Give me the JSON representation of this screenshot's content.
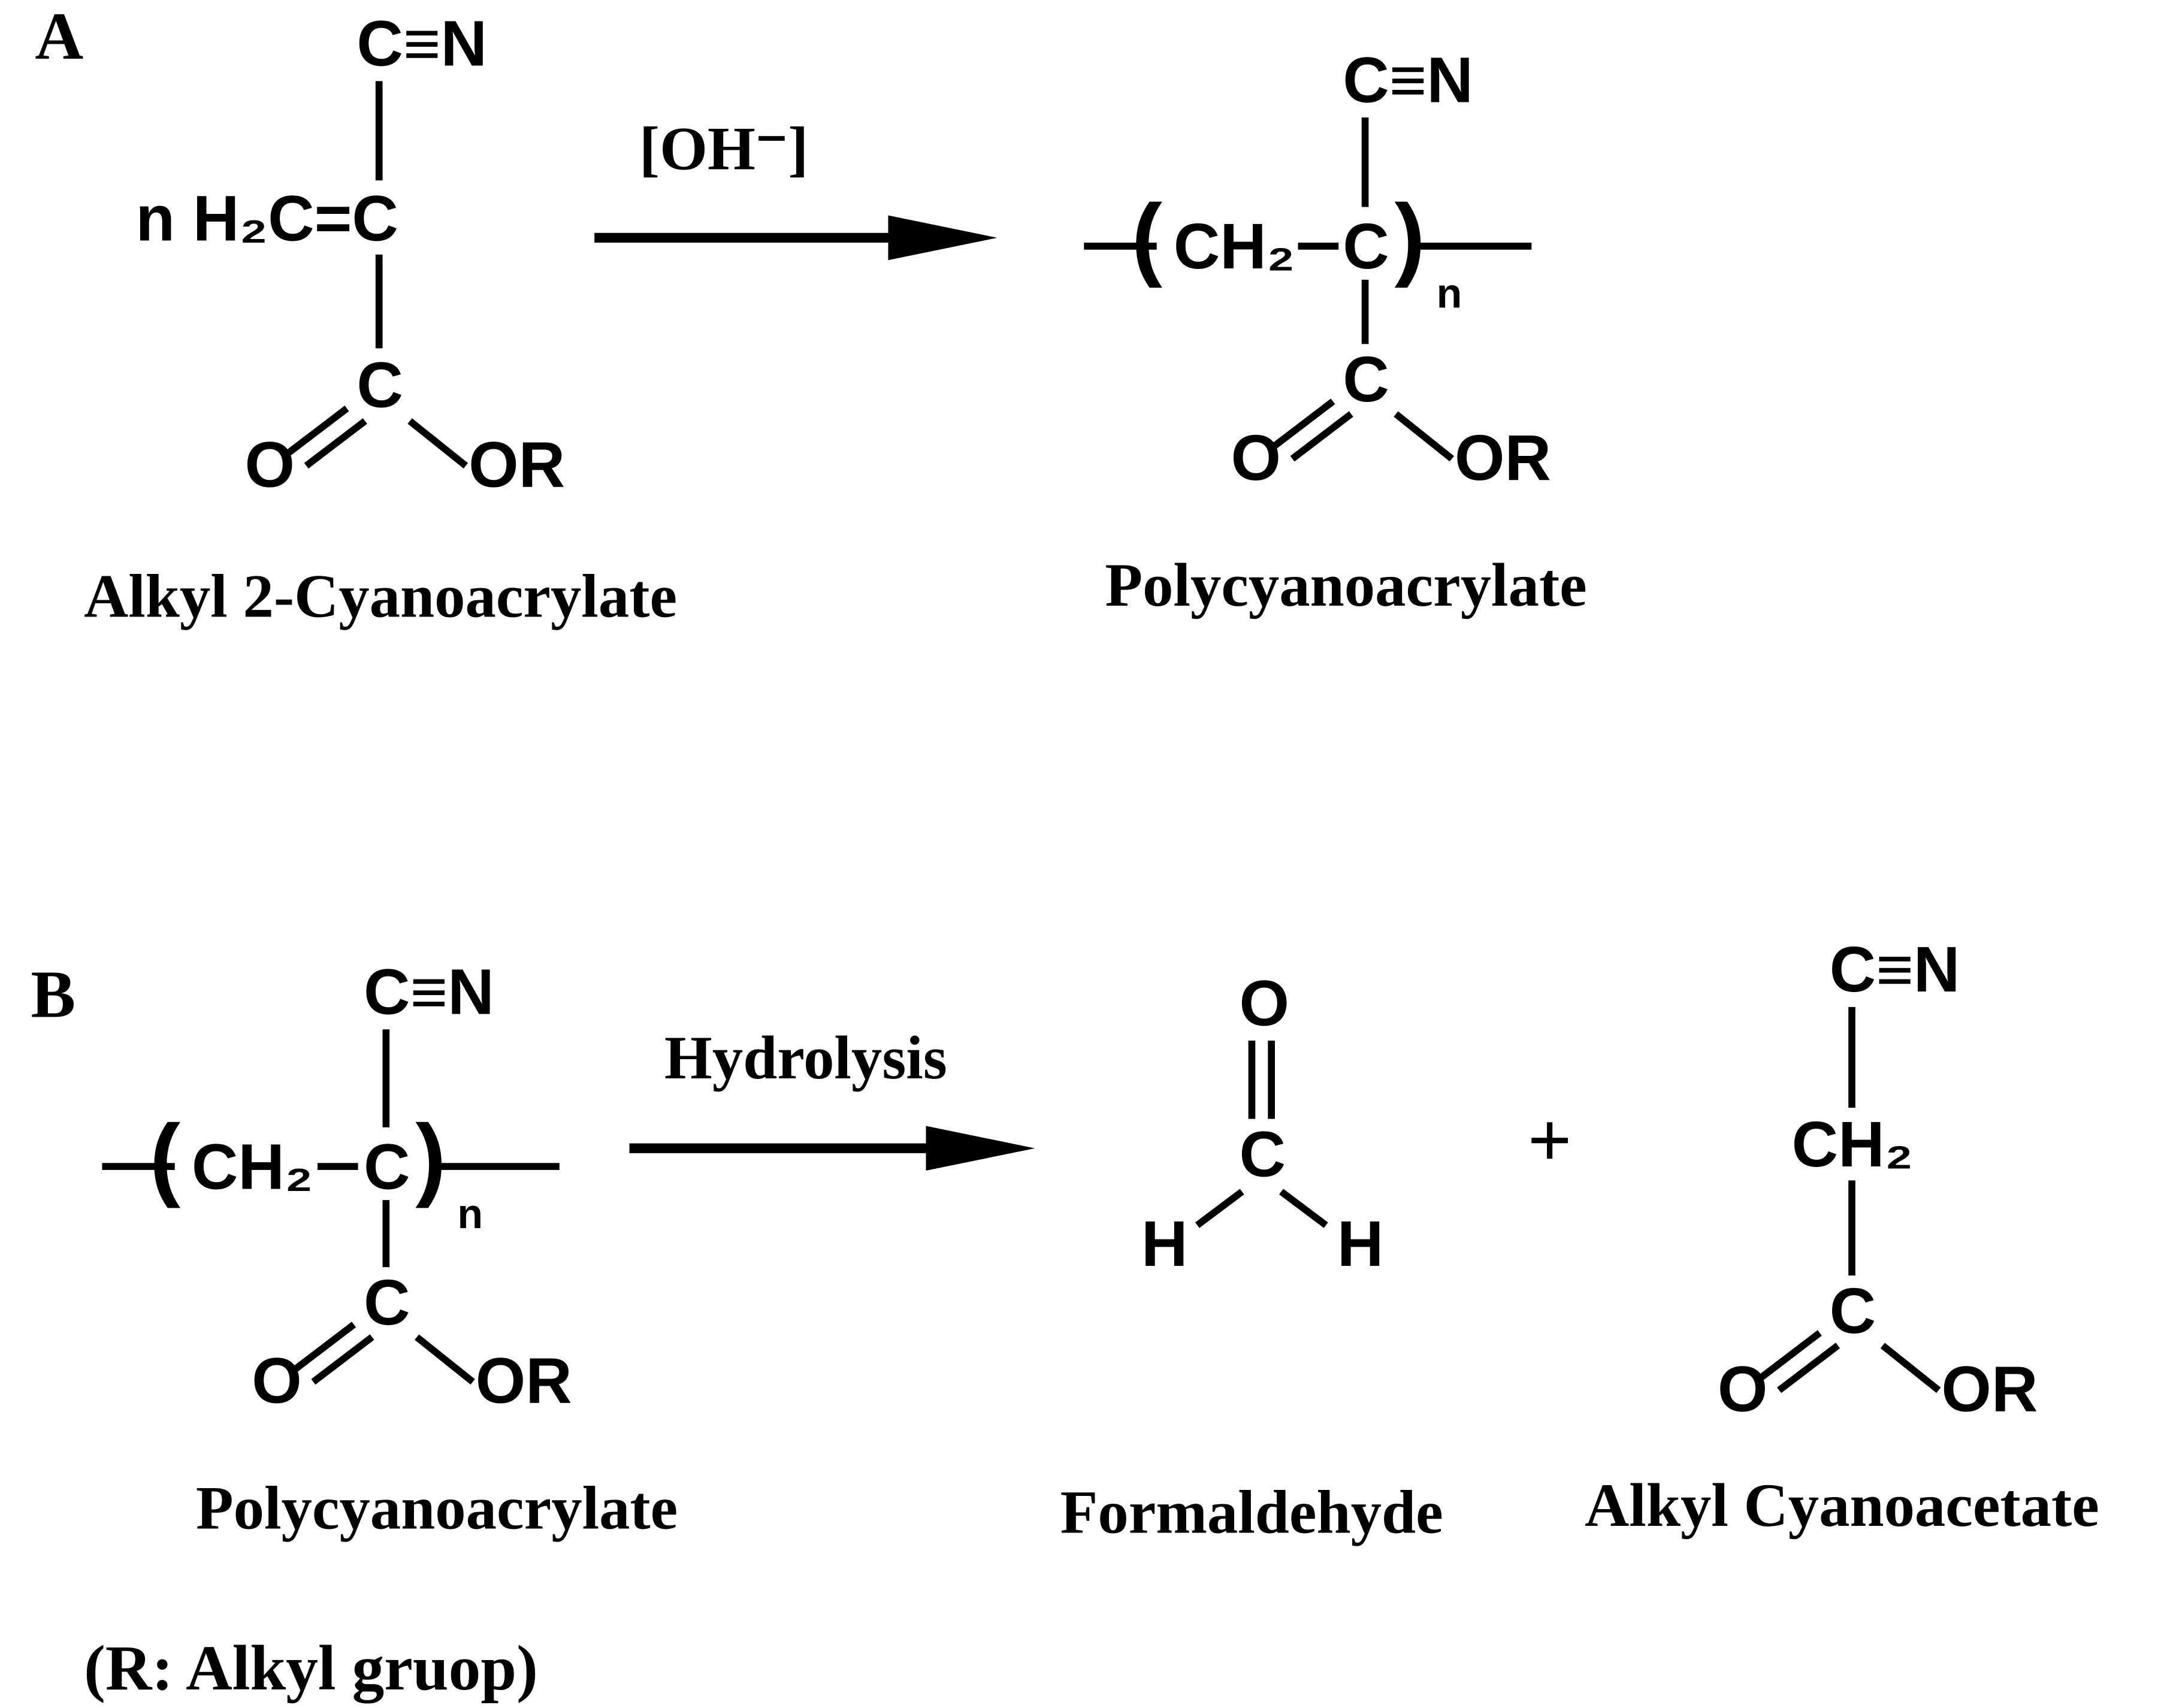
{
  "panel_a": {
    "label": "A",
    "monomer": {
      "nitrile": "C≡N",
      "vinyl": "n H₂C=C",
      "carbonyl_c": "C",
      "oxygen": "O",
      "ester": "OR",
      "caption": "Alkyl 2-Cyanoacrylate"
    },
    "arrow": {
      "condition": "[OH⁻]"
    },
    "polymer": {
      "nitrile": "C≡N",
      "open_paren": "(",
      "ch2": "CH₂",
      "backbone_c": "C",
      "close_paren": ")",
      "sub_n": "n",
      "carbonyl_c": "C",
      "oxygen": "O",
      "ester": "OR",
      "caption": "Polycyanoacrylate"
    }
  },
  "panel_b": {
    "label": "B",
    "polymer": {
      "nitrile": "C≡N",
      "open_paren": "(",
      "ch2": "CH₂",
      "backbone_c": "C",
      "close_paren": ")",
      "sub_n": "n",
      "carbonyl_c": "C",
      "oxygen": "O",
      "ester": "OR",
      "caption": "Polycyanoacrylate"
    },
    "arrow": {
      "condition": "Hydrolysis"
    },
    "formaldehyde": {
      "oxygen": "O",
      "carbon": "C",
      "h_left": "H",
      "h_right": "H",
      "caption": "Formaldehyde"
    },
    "plus": "+",
    "cyanoacetate": {
      "nitrile": "C≡N",
      "ch2": "CH₂",
      "carbonyl_c": "C",
      "oxygen": "O",
      "ester": "OR",
      "caption": "Alkyl Cyanoacetate"
    }
  },
  "footnote": "(R: Alkyl gruop)"
}
